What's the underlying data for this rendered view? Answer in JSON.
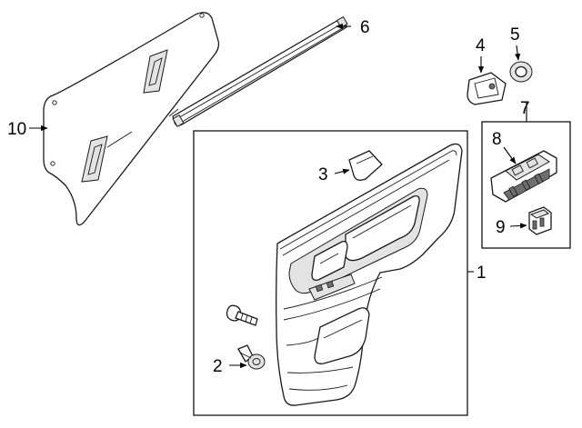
{
  "callouts": {
    "c1": "1",
    "c2": "2",
    "c3": "3",
    "c4": "4",
    "c5": "5",
    "c6": "6",
    "c7": "7",
    "c8": "8",
    "c9": "9",
    "c10": "10"
  },
  "colors": {
    "line": "#1a1a1a",
    "shade": "#e3e3e3",
    "background": "#ffffff"
  }
}
